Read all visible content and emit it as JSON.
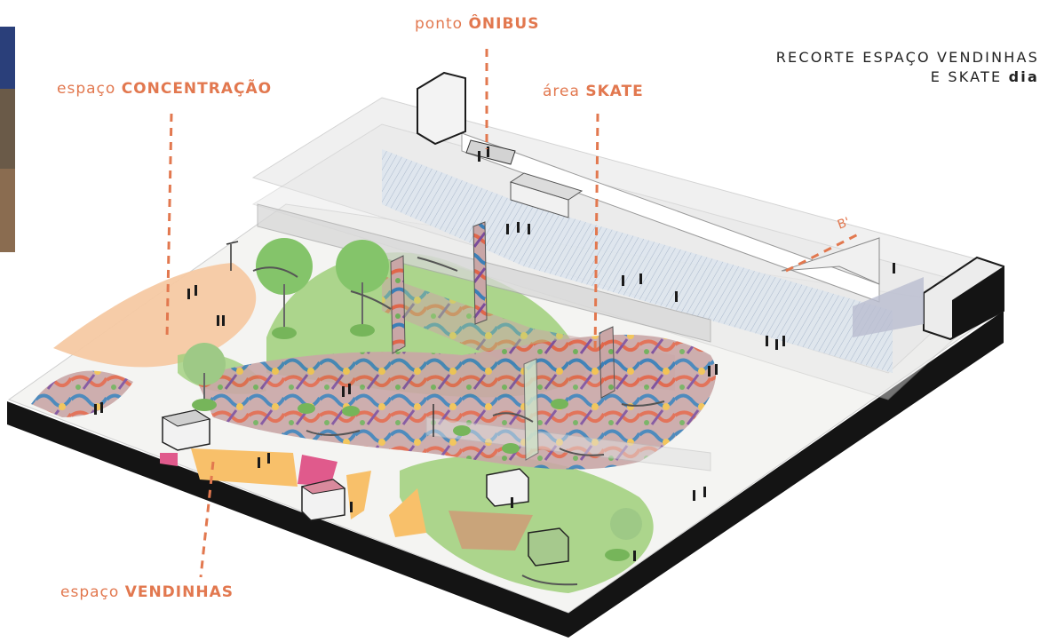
{
  "title": {
    "line1": "RECORTE ESPAÇO VENDINHAS",
    "line2_prefix": "E SKATE",
    "line2_bold": "dia"
  },
  "labels": {
    "onibus": {
      "prefix": "ponto",
      "bold": "ÔNIBUS"
    },
    "concentracao": {
      "prefix": "espaço",
      "bold": "CONCENTRAÇÃO"
    },
    "skate": {
      "prefix": "área",
      "bold": "SKATE"
    },
    "vendinhas": {
      "prefix": "espaço",
      "bold": "VENDINHAS"
    }
  },
  "section_marker": "B'",
  "colors": {
    "accent": "#e2784f",
    "ground": "#f4f4f2",
    "base": "#141414",
    "green": "#9fcf7a",
    "orange_zone": "#f6c9a3",
    "yellow_zone": "#f8c06a",
    "pink_zone": "#e05a8c",
    "brown_zone": "#c9a47a",
    "structure": "#e6e6e6",
    "glass": "#c7d3e0"
  }
}
